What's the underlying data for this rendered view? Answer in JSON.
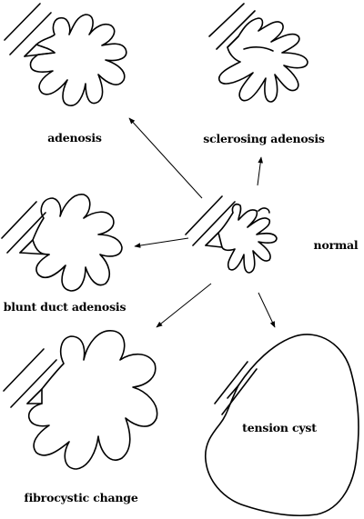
{
  "labels": {
    "adenosis": "adenosis",
    "sclerosing_adenosis": "sclerosing adenosis",
    "normal": "normal",
    "blunt_duct_adenosis": "blunt duct adenosis",
    "fibrocystic_change": "fibrocystic change",
    "tension_cyst": "tension cyst"
  },
  "colors": {
    "line": "#000000",
    "background": "#ffffff"
  }
}
